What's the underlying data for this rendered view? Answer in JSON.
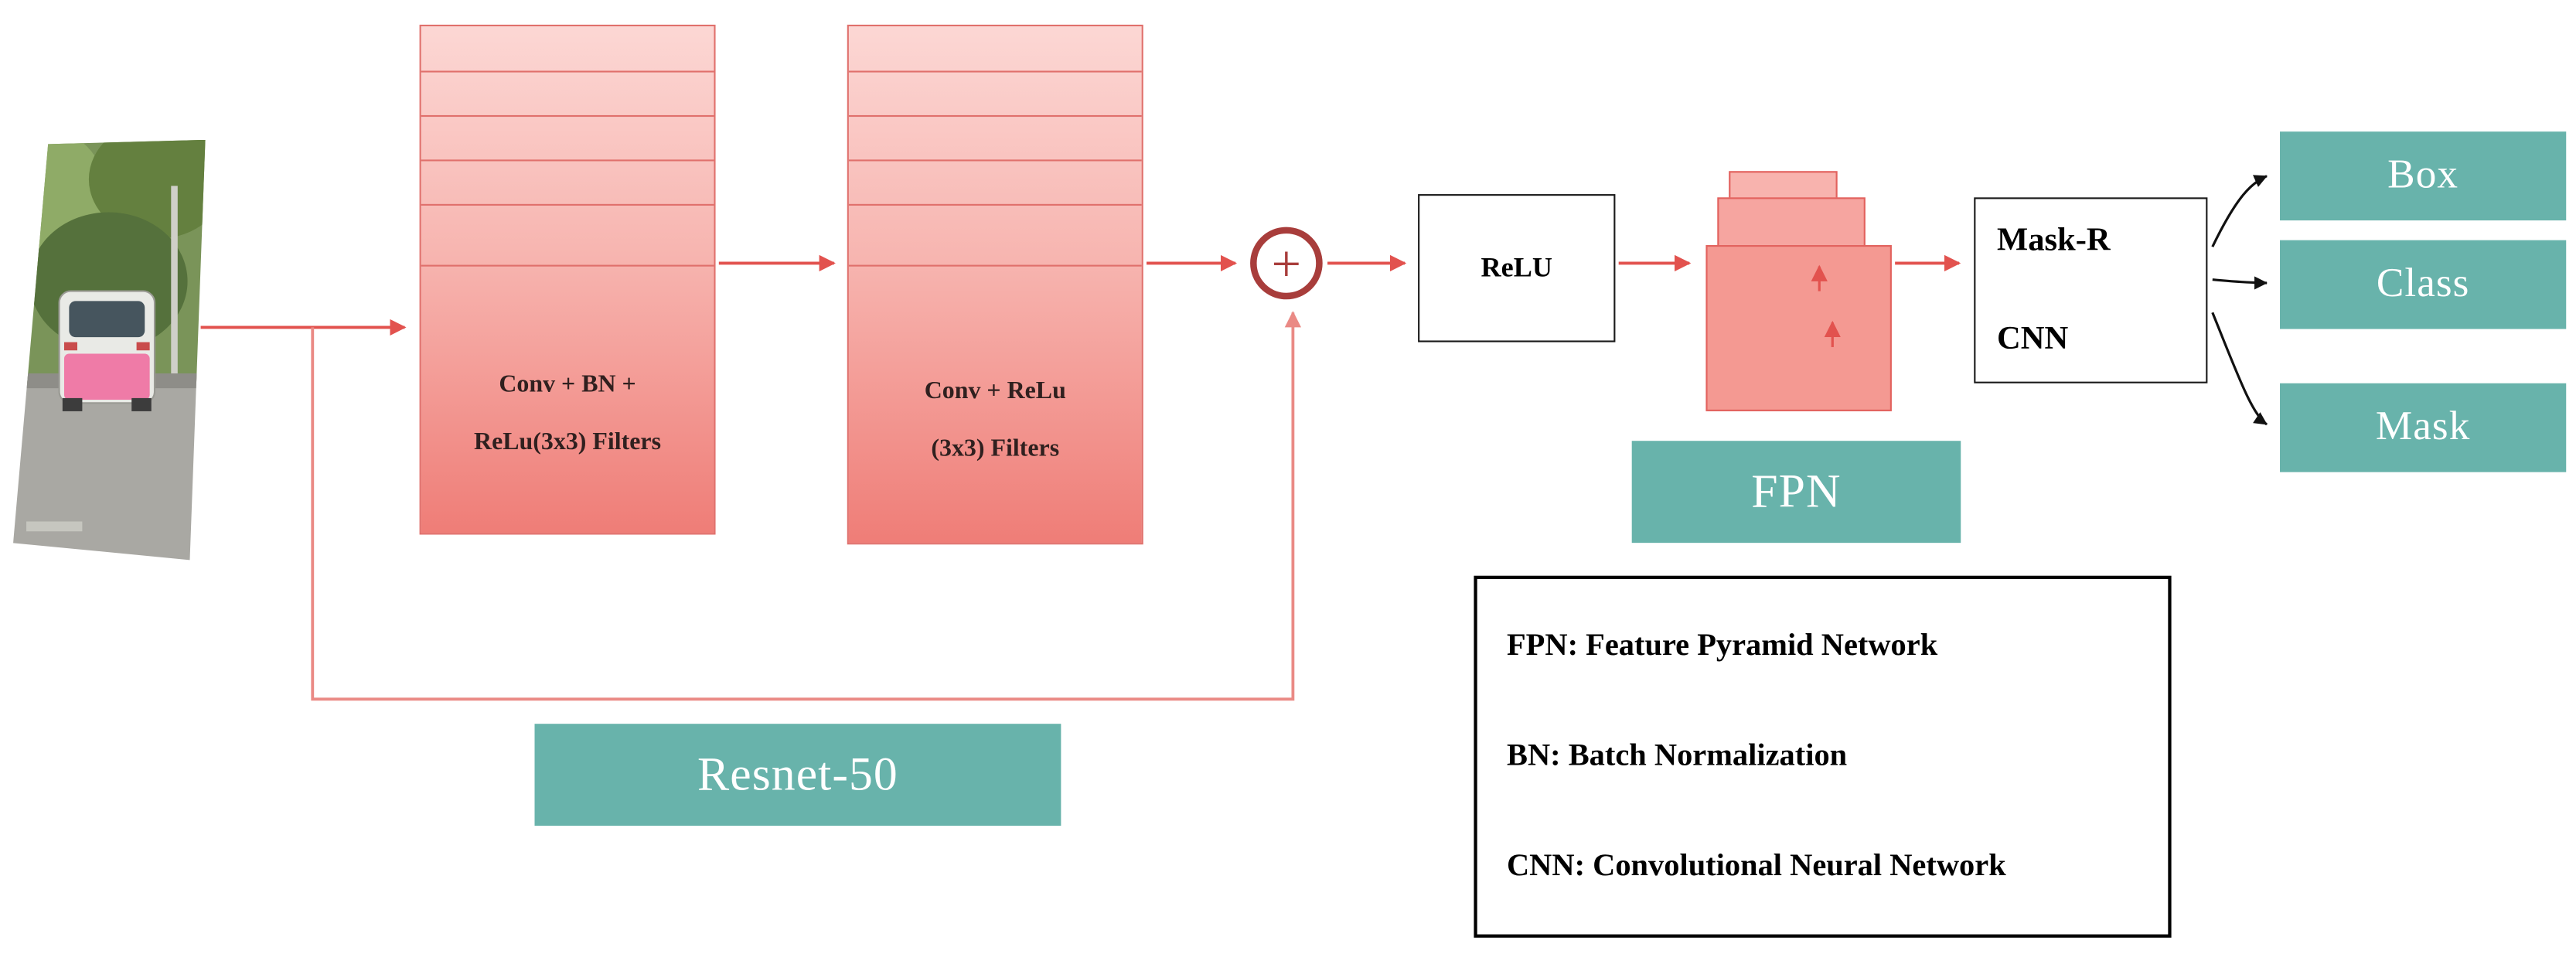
{
  "colors": {
    "teal_box": "#68b3ab",
    "stack_fill_top": "#fcd7d4",
    "stack_fill_bottom": "#ef7d77",
    "stack_border": "#e0706c",
    "arrow_red": "#e2524e",
    "skip_connection_red": "#ea8a85",
    "plus_circle_red": "#a83d3b",
    "outline_black": "#1a1a1a",
    "label_text_white": "#ffffff"
  },
  "nodes": {
    "input_image": {
      "icon": "road-scene-with-car-photo"
    },
    "conv_stack_1": {
      "line1": "Conv + BN +",
      "line2": "ReLu(3x3) Filters"
    },
    "conv_stack_2": {
      "line1": "Conv + ReLu",
      "line2": "(3x3) Filters"
    },
    "plus": {
      "symbol": "+"
    },
    "relu": {
      "label": "ReLU"
    },
    "fpn_pyramid": {
      "icon": "feature-pyramid-stack"
    },
    "mask_rcnn": {
      "line1": "Mask-R",
      "line2": "CNN"
    },
    "outputs": [
      {
        "label": "Box"
      },
      {
        "label": "Class"
      },
      {
        "label": "Mask"
      }
    ],
    "fpn_caption": {
      "label": "FPN"
    },
    "resnet_caption": {
      "label": "Resnet-50"
    }
  },
  "legend": {
    "items": [
      {
        "text": "FPN: Feature Pyramid Network"
      },
      {
        "text": "BN: Batch Normalization"
      },
      {
        "text": "CNN: Convolutional Neural Network"
      }
    ]
  }
}
